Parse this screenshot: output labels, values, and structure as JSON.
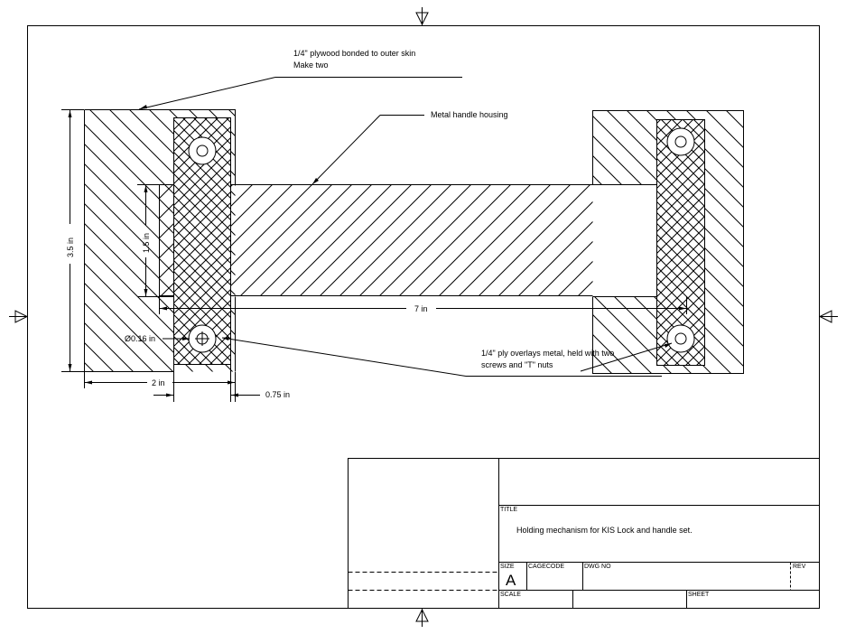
{
  "drawing": {
    "annotations": {
      "plywood_note_line1": "1/4\" plywood bonded to outer skin",
      "plywood_note_line2": "Make two",
      "housing_note": "Metal handle housing",
      "overlay_note_line1": "1/4\" ply overlays metal, held with two",
      "overlay_note_line2": "screws and \"T\" nuts"
    },
    "dimensions": {
      "overall_height": "3.5 in",
      "housing_height": "1.5 in",
      "housing_length": "7 in",
      "hole_diameter": "Ø0.16 in",
      "plywood_width": "2 in",
      "overlay_width": "0.75 in"
    },
    "markers": {
      "centering_mark_icon": "triangle-arrow"
    }
  },
  "title_block": {
    "title_label": "TITLE",
    "title_value": "Holding mechanism for KIS Lock and handle set.",
    "size_label": "SIZE",
    "size_value": "A",
    "cagecode_label": "CAGECODE",
    "dwgno_label": "DWG NO",
    "rev_label": "REV",
    "scale_label": "SCALE",
    "sheet_label": "SHEET"
  }
}
